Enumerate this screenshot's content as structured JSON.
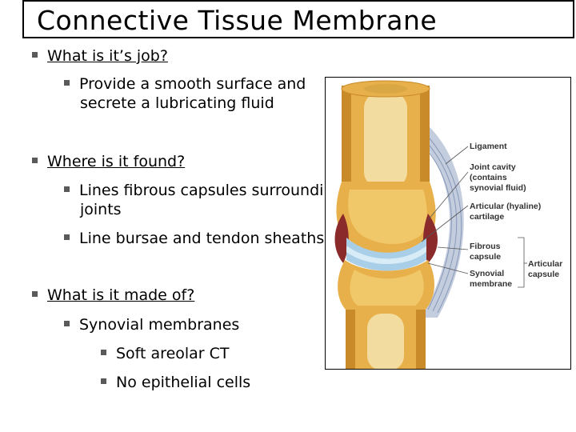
{
  "slide": {
    "title": "Connective Tissue Membrane",
    "questions": [
      {
        "text": "What is it’s job?"
      },
      {
        "text": "Where is it found?"
      },
      {
        "text": "What is it made of?"
      }
    ],
    "answers": {
      "job_line1": "Provide a smooth surface and",
      "job_line2": "secrete a lubricating fluid",
      "found_1_line1": "Lines fibrous capsules surrounding",
      "found_1_line2": "joints",
      "found_2": "Line bursae and tendon sheaths",
      "made_1": "Synovial membranes",
      "made_2": "Soft areolar CT",
      "made_3": "No epithelial cells"
    }
  },
  "figure": {
    "labels": {
      "ligament": "Ligament",
      "joint_cavity_1": "Joint cavity",
      "joint_cavity_2": "(contains",
      "joint_cavity_3": "synovial fluid)",
      "articular_cart_1": "Articular (hyaline)",
      "articular_cart_2": "cartilage",
      "fibrous_1": "Fibrous",
      "fibrous_2": "capsule",
      "synovial_1": "Synovial",
      "synovial_2": "membrane",
      "artic_capsule_1": "Articular",
      "artic_capsule_2": "capsule"
    },
    "colors": {
      "bone": "#e8b04a",
      "bone_shade": "#c98a2a",
      "marrow": "#f3dca0",
      "cartilage": "#a9cfe8",
      "synovial": "#8b2a2a",
      "ligament": "#b8c4d8"
    }
  }
}
